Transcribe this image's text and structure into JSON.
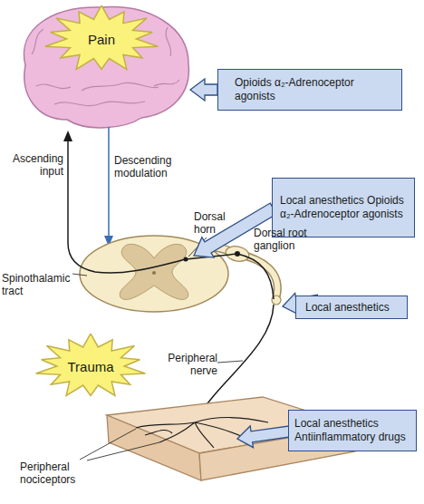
{
  "diagram": {
    "nodes": [
      {
        "text": [
          "Pain"
        ]
      },
      {
        "text": [
          "Opioids α₂-Adrenoceptor agonists"
        ]
      },
      {
        "text": [
          "Local anesthetics Opioids α₂-Adrenoceptor agonists"
        ]
      },
      {
        "text": [
          "Local anesthetics"
        ]
      },
      {
        "text": [
          "Trauma"
        ]
      },
      {
        "text": [
          "Local anesthetics Antiinflammatory drugs"
        ]
      }
    ],
    "labels": [
      "Ascending input",
      "Descending modulation",
      "Dorsal horn",
      "Dorsal root ganglion",
      "Spinothalamic tract",
      "Peripheral nerve",
      "Peripheral nociceptors"
    ]
  }
}
